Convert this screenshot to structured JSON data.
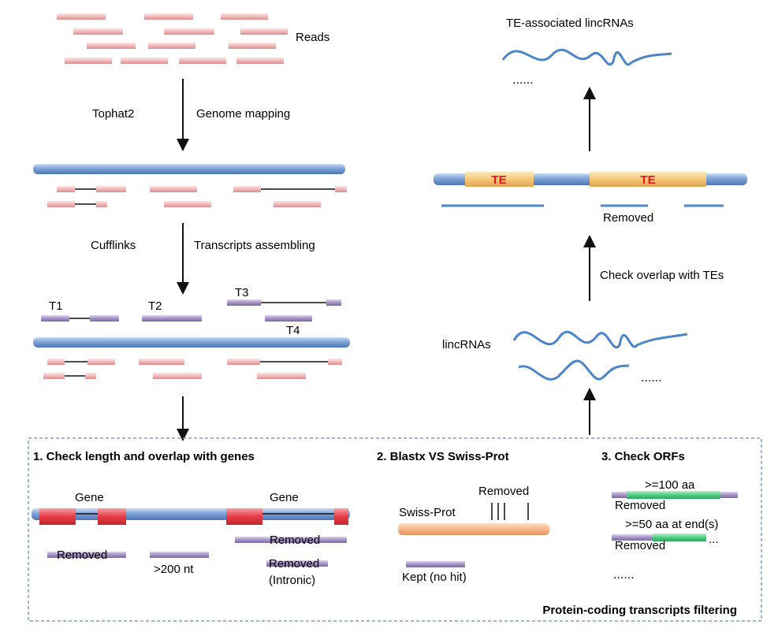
{
  "labels": {
    "reads": "Reads",
    "tophat": "Tophat2",
    "genome_mapping": "Genome mapping",
    "cufflinks": "Cufflinks",
    "transcripts_assembling": "Transcripts assembling",
    "t1": "T1",
    "t2": "T2",
    "t3": "T3",
    "t4": "T4",
    "te_lincrnas": "TE-associated lincRNAs",
    "dots_top": "......",
    "te_1": "TE",
    "te_2": "TE",
    "removed_te": "Removed",
    "check_te": "Check overlap with TEs",
    "lincrnas": "lincRNAs",
    "dots_mid": "......"
  },
  "filter_box": {
    "step1_title": "1. Check length and overlap with genes",
    "gene_1": "Gene",
    "gene_2": "Gene",
    "removed_a": "Removed",
    "over200": ">200 nt",
    "removed_b": "Removed",
    "removed_intronic_1": "Removed",
    "removed_intronic_2": "(Intronic)",
    "step2_title": "2. Blastx VS Swiss-Prot",
    "removed_blast": "Removed",
    "swissprot": "Swiss-Prot",
    "kept": "Kept (no hit)",
    "step3_title": "3. Check ORFs",
    "orf_100": ">=100 aa",
    "removed_orf1": "Removed",
    "orf_50": ">=50 aa at end(s)",
    "removed_orf2": "Removed",
    "orf_trail": "...",
    "orf_dots": "......",
    "caption": "Protein-coding transcripts filtering"
  },
  "colors": {
    "chromosome": "#7fa3d8",
    "read": "#f2b8b8",
    "transcript": "#a593c6",
    "te": "#f8c878",
    "te_text": "#e8141c",
    "gene": "#e83c48",
    "swissprot": "#f7b98a",
    "orf": "#4fcf82",
    "wave": "#4a86c8",
    "box_border": "#7aa0c8"
  }
}
